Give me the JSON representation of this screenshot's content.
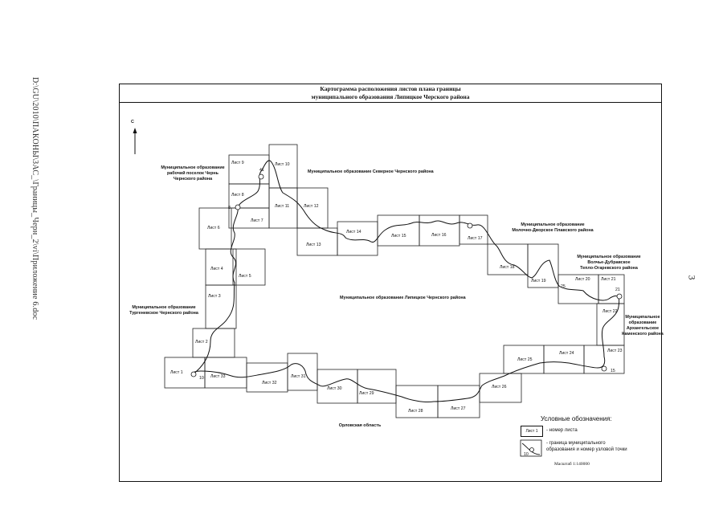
{
  "side_text": "D:\\GU\\2010\\ПАКОНЫ\\ЗАС_\\Границы_Черн_2\\vi\\Приложение 6.doc",
  "page_number": "3",
  "title_line1": "Картограмма расположения листов плана границы",
  "title_line2": "муниципального образования Липицкое Черского района",
  "north": "С",
  "sheets": [
    {
      "label": "Лист 1"
    },
    {
      "label": "Лист 2"
    },
    {
      "label": "Лист 3"
    },
    {
      "label": "Лист 4"
    },
    {
      "label": "Лист 5"
    },
    {
      "label": "Лист 6"
    },
    {
      "label": "Лист 7"
    },
    {
      "label": "Лист 8"
    },
    {
      "label": "Лист 9"
    },
    {
      "label": "Лист 10"
    },
    {
      "label": "Лист 11"
    },
    {
      "label": "Лист 12"
    },
    {
      "label": "Лист 13"
    },
    {
      "label": "Лист 14"
    },
    {
      "label": "Лист 15"
    },
    {
      "label": "Лист 16"
    },
    {
      "label": "Лист 17"
    },
    {
      "label": "Лист 18"
    },
    {
      "label": "Лист 19"
    },
    {
      "label": "Лист 20"
    },
    {
      "label": "Лист 21"
    },
    {
      "label": "Лист 22"
    },
    {
      "label": "Лист 23"
    },
    {
      "label": "Лист 24"
    },
    {
      "label": "Лист 25"
    },
    {
      "label": "Лист 26"
    },
    {
      "label": "Лист 27"
    },
    {
      "label": "Лист 28"
    },
    {
      "label": "Лист 29"
    },
    {
      "label": "Лист 30"
    },
    {
      "label": "Лист 31"
    },
    {
      "label": "Лист 32"
    },
    {
      "label": "Лист 33"
    }
  ],
  "nodes": [
    "41",
    "8",
    "10",
    "15",
    "25",
    "21"
  ],
  "regions": {
    "chern_settlement": [
      "Муниципальное образование",
      "рабочий поселок Чернь",
      "Чернского района"
    ],
    "severnoe": [
      "Муниципальное образование Северное Чернского района"
    ],
    "lipitskoe": [
      "Муниципальное образование Липицкое Чернского района"
    ],
    "turgenevskoe": [
      "Муниципальное образование",
      "Тургеневское Чернского района"
    ],
    "molochno": [
      "Муниципальное образование",
      "Молочно-Дворское Плавского района"
    ],
    "voline": [
      "Муниципальное образование",
      "Волчье-Дубравское",
      "Тепло-Огаревского района"
    ],
    "arkhangelskoe": [
      "Муниципальное",
      "образование",
      "Архангельское",
      "Каменского района"
    ],
    "orlovskaya": [
      "Орловская область"
    ]
  },
  "legend": {
    "title": "Условные обозначения:",
    "sheet_box": "Лист 1",
    "sheet_desc": "- номер листа",
    "node_sample": "10",
    "border_desc_1": "- граница муниципального",
    "border_desc_2": "образования и  номер узловой точки",
    "scale": "Масштаб 1:140000"
  }
}
